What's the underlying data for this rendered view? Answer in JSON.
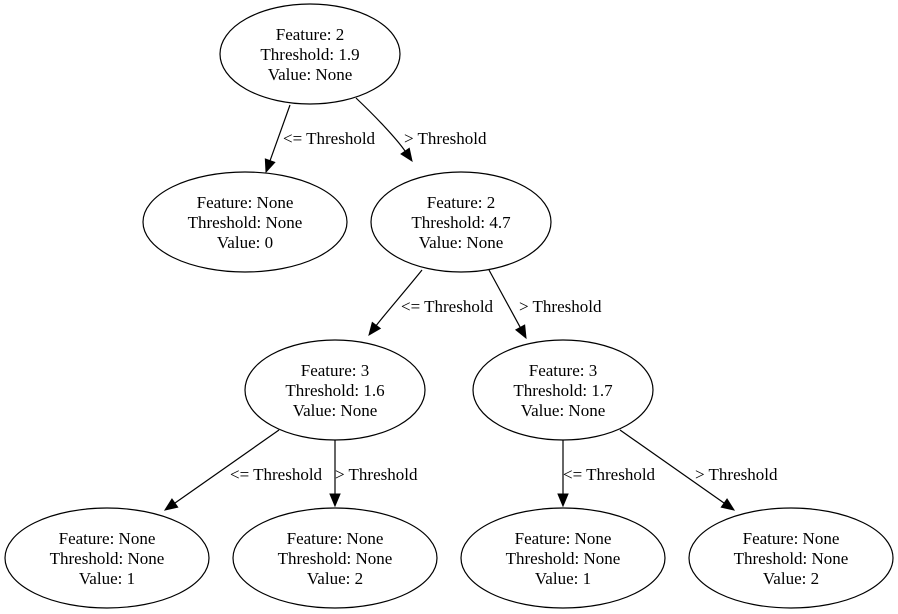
{
  "tree": {
    "nodes": [
      {
        "id": "n0",
        "feature": "Feature: 2",
        "threshold": "Threshold: 1.9",
        "value": "Value: None"
      },
      {
        "id": "n1",
        "feature": "Feature: None",
        "threshold": "Threshold: None",
        "value": "Value: 0"
      },
      {
        "id": "n2",
        "feature": "Feature: 2",
        "threshold": "Threshold: 4.7",
        "value": "Value: None"
      },
      {
        "id": "n3",
        "feature": "Feature: 3",
        "threshold": "Threshold: 1.6",
        "value": "Value: None"
      },
      {
        "id": "n4",
        "feature": "Feature: 3",
        "threshold": "Threshold: 1.7",
        "value": "Value: None"
      },
      {
        "id": "n5",
        "feature": "Feature: None",
        "threshold": "Threshold: None",
        "value": "Value: 1"
      },
      {
        "id": "n6",
        "feature": "Feature: None",
        "threshold": "Threshold: None",
        "value": "Value: 2"
      },
      {
        "id": "n7",
        "feature": "Feature: None",
        "threshold": "Threshold: None",
        "value": "Value: 1"
      },
      {
        "id": "n8",
        "feature": "Feature: None",
        "threshold": "Threshold: None",
        "value": "Value: 2"
      }
    ],
    "edges": [
      {
        "from": "n0",
        "to": "n1",
        "label": "<= Threshold"
      },
      {
        "from": "n0",
        "to": "n2",
        "label": "> Threshold"
      },
      {
        "from": "n2",
        "to": "n3",
        "label": "<= Threshold"
      },
      {
        "from": "n2",
        "to": "n4",
        "label": "> Threshold"
      },
      {
        "from": "n3",
        "to": "n5",
        "label": "<= Threshold"
      },
      {
        "from": "n3",
        "to": "n6",
        "label": "> Threshold"
      },
      {
        "from": "n4",
        "to": "n7",
        "label": "<= Threshold"
      },
      {
        "from": "n4",
        "to": "n8",
        "label": "> Threshold"
      }
    ]
  }
}
